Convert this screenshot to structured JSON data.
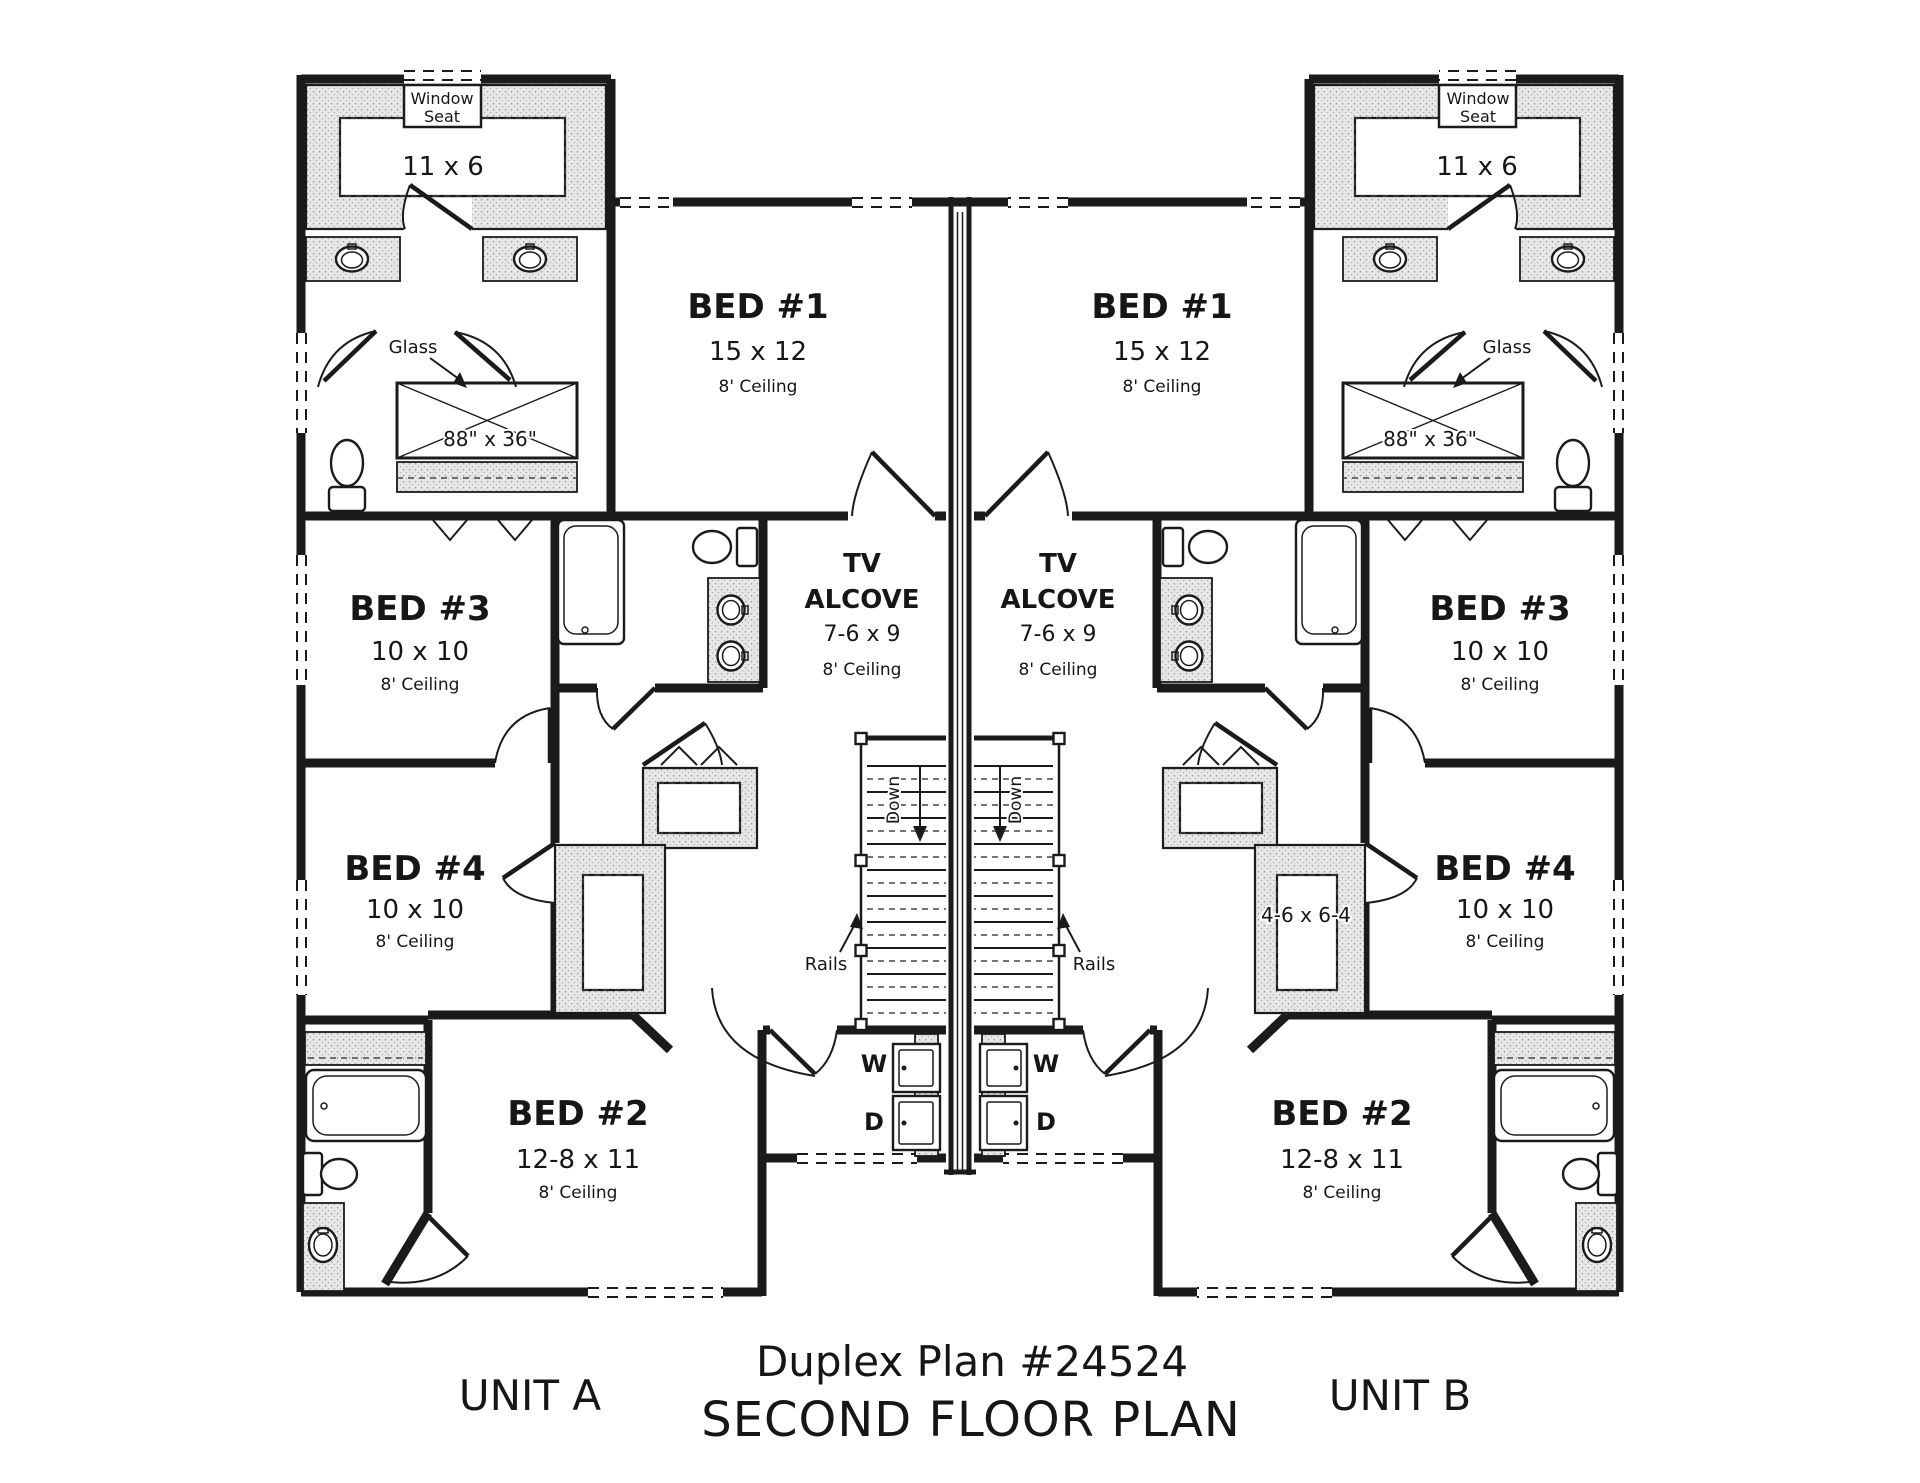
{
  "colors": {
    "ink": "#1b1b1b",
    "paper": "#ffffff",
    "hatch_fill": "#e7e7e7"
  },
  "footer": {
    "plan_title": "Duplex Plan #24524",
    "sheet_title": "SECOND FLOOR PLAN",
    "unit_a": "UNIT A",
    "unit_b": "UNIT B"
  },
  "unit_a": {
    "window_seat": {
      "line1": "Window",
      "line2": "Seat"
    },
    "master_closet": {
      "size": "11 x 6"
    },
    "shower": {
      "glass_label": "Glass",
      "size": "88\" x 36\""
    },
    "bed1": {
      "name": "BED #1",
      "size": "15 x 12",
      "ceiling": "8' Ceiling"
    },
    "bed2": {
      "name": "BED #2",
      "size": "12-8 x 11",
      "ceiling": "8' Ceiling"
    },
    "bed3": {
      "name": "BED #3",
      "size": "10 x 10",
      "ceiling": "8' Ceiling"
    },
    "bed4": {
      "name": "BED #4",
      "size": "10 x 10",
      "ceiling": "8' Ceiling"
    },
    "tv_alcove": {
      "line1": "TV",
      "line2": "ALCOVE",
      "size": "7-6 x 9",
      "ceiling": "8' Ceiling"
    },
    "stairs": {
      "down": "Down",
      "rails": "Rails"
    },
    "laundry": {
      "washer": "W",
      "dryer": "D"
    }
  },
  "unit_b": {
    "window_seat": {
      "line1": "Window",
      "line2": "Seat"
    },
    "master_closet": {
      "size": "11 x 6"
    },
    "shower": {
      "glass_label": "Glass",
      "size": "88\" x 36\""
    },
    "hall_closet": {
      "size": "4-6 x 6-4"
    },
    "bed1": {
      "name": "BED #1",
      "size": "15 x 12",
      "ceiling": "8' Ceiling"
    },
    "bed2": {
      "name": "BED #2",
      "size": "12-8 x 11",
      "ceiling": "8' Ceiling"
    },
    "bed3": {
      "name": "BED #3",
      "size": "10 x 10",
      "ceiling": "8' Ceiling"
    },
    "bed4": {
      "name": "BED #4",
      "size": "10 x 10",
      "ceiling": "8' Ceiling"
    },
    "tv_alcove": {
      "line1": "TV",
      "line2": "ALCOVE",
      "size": "7-6 x 9",
      "ceiling": "8' Ceiling"
    },
    "stairs": {
      "down": "Down",
      "rails": "Rails"
    },
    "laundry": {
      "washer": "W",
      "dryer": "D"
    }
  }
}
